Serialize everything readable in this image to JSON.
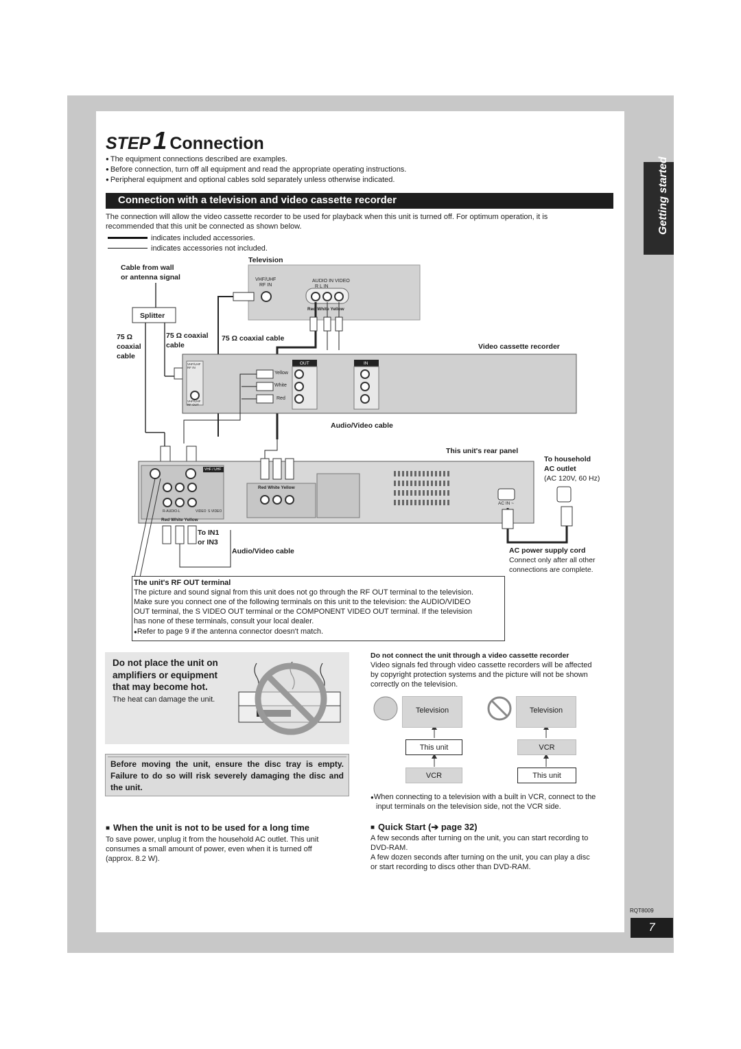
{
  "header": {
    "step_word": "STEP",
    "step_number": "1",
    "title": "Connection"
  },
  "bullets": [
    "The equipment connections described are examples.",
    "Before connection, turn off all equipment and read the appropriate operating instructions.",
    "Peripheral equipment and optional cables sold separately unless otherwise indicated."
  ],
  "side_tab": "Getting started",
  "section": {
    "heading": "Connection with a television and video cassette recorder",
    "intro_1": "The connection will allow the video cassette recorder to be used for playback when this unit is turned off. For optimum operation, it is",
    "intro_2": "recommended that this unit be connected as shown below.",
    "legend_included": "indicates included accessories.",
    "legend_not_included": "indicates accessories not included."
  },
  "diagram": {
    "television": "Television",
    "cable_wall_1": "Cable from wall",
    "cable_wall_2": "or antenna signal",
    "tv_rf_1": "VHF/UHF",
    "tv_rf_2": "RF IN",
    "tv_av_1": "AUDIO IN  VIDEO",
    "tv_av_2": "R     L     IN",
    "tv_colors": "Red White Yellow",
    "splitter": "Splitter",
    "ohm_left": "75 Ω",
    "coaxial_left": "coaxial",
    "cable_left": "cable",
    "coax_mid_1": "75 Ω coaxial",
    "coax_mid_2": "cable",
    "coax_tv": "75 Ω coaxial cable",
    "vcr": "Video cassette recorder",
    "vcr_out": "OUT",
    "vcr_in": "IN",
    "vcr_yellow": "Yellow",
    "vcr_white": "White",
    "vcr_red": "Red",
    "vcr_rf_in": "VHF/UHF RF IN",
    "vcr_rf_out": "VHF/UHF RF OUT",
    "av_cable_top": "Audio/Video cable",
    "rear_panel": "This unit's rear panel",
    "to_household": "To household",
    "ac_outlet": "AC outlet",
    "ac_spec": "(AC 120V, 60 Hz)",
    "ac_in": "AC IN ~",
    "unit_vhf": "VHF / UHF",
    "unit_colors_top": "Red White Yellow",
    "unit_colors_bottom": "Red White Yellow",
    "to_in1": "To IN1",
    "or_in3": "or IN3",
    "av_cable_bottom": "Audio/Video cable",
    "power_cord": "AC power supply cord",
    "power_note_1": "Connect only after all other",
    "power_note_2": "connections are complete.",
    "unit_audio_l": "R-AUDIO-L",
    "unit_video": "VIDEO",
    "unit_svideo": "S VIDEO"
  },
  "rf_note": {
    "heading": "The unit's RF OUT terminal",
    "lines": [
      "The picture and sound signal from this unit does not go through the RF OUT terminal to the television.",
      "Make sure you connect one of the following terminals on this unit to the television: the AUDIO/VIDEO",
      "OUT terminal, the S VIDEO OUT terminal or the COMPONENT VIDEO OUT terminal. If the television",
      "has none of these terminals, consult your local dealer."
    ],
    "bullet": "Refer to page 9 if the antenna connector doesn't match."
  },
  "heat": {
    "line1": "Do not place the unit on",
    "line2": "amplifiers or equipment",
    "line3": "that may become hot.",
    "sub": "The heat can damage the unit."
  },
  "warning": "Before moving the unit, ensure the disc tray is empty. Failure to do so will risk severely damaging the disc and the unit.",
  "long_time": {
    "heading": "When the unit is not to be used for a long time",
    "text": [
      "To save power, unplug it from the household AC outlet. This unit",
      "consumes a small amount of power, even when it is turned off",
      "(approx. 8.2 W)."
    ]
  },
  "vcr_note": {
    "heading": "Do not connect the unit through a video cassette recorder",
    "text": [
      "Video signals fed through video cassette recorders will be affected",
      "by copyright protection systems and the picture will not be shown",
      "correctly on the television."
    ],
    "good_top": "Television",
    "good_mid": "This unit",
    "good_bot": "VCR",
    "bad_top": "Television",
    "bad_mid": "VCR",
    "bad_bot": "This unit",
    "bullet_1": "When connecting to a television with a built in VCR, connect to the",
    "bullet_2": "input terminals on the television side, not the VCR side."
  },
  "quick_start": {
    "heading": "Quick Start (➔ page 32)",
    "p1": [
      "A few seconds after turning on the unit, you can start recording to",
      "DVD-RAM."
    ],
    "p2": [
      "A few dozen seconds after turning on the unit, you can play a disc",
      "or start recording to discs other than DVD-RAM."
    ]
  },
  "footer": {
    "code": "RQT8009",
    "page": "7"
  }
}
